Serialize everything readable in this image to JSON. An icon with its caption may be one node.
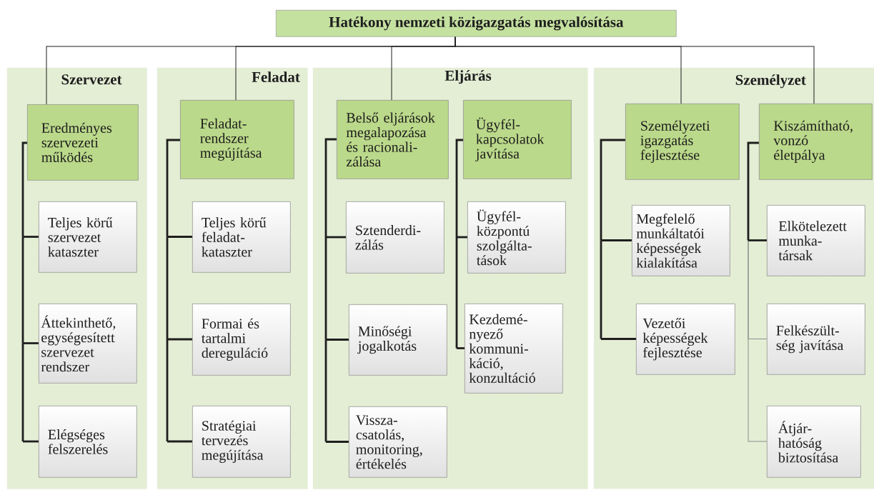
{
  "diagram": {
    "nodes": [
      {
        "text": [
          "Hatékony nemzeti közigazgatás megvalósítása"
        ]
      },
      {
        "text": [
          "Szervezet"
        ]
      },
      {
        "text": [
          "Feladat"
        ]
      },
      {
        "text": [
          "Eljárás"
        ]
      },
      {
        "text": [
          "Személyzet"
        ]
      },
      {
        "text": [
          "Eredményes szervezeti működés"
        ],
        "in": 1
      },
      {
        "text": [
          "Teljes körű szervezet kataszter"
        ],
        "in": 1
      },
      {
        "text": [
          "Áttekinthető, egységesített szervezet rendszer"
        ],
        "in": 1
      },
      {
        "text": [
          "Elégséges felszerelés"
        ],
        "in": 1
      },
      {
        "text": [
          "Feladat- rendszer megújítása"
        ],
        "in": 2
      },
      {
        "text": [
          "Teljes körű feladat- kataszter"
        ],
        "in": 2
      },
      {
        "text": [
          "Formai és tartalmi dereguláció"
        ],
        "in": 2
      },
      {
        "text": [
          "Stratégiai tervezés megújítása"
        ],
        "in": 2
      },
      {
        "text": [
          "Belső eljárások megalapozása és racionali- zálása"
        ],
        "in": 3
      },
      {
        "text": [
          "Ügyfél- kapcsolatok javítása"
        ],
        "in": 3
      },
      {
        "text": [
          "Sztenderdi- zálás"
        ],
        "in": 3
      },
      {
        "text": [
          "Ügyfél- központú szolgálta- tások"
        ],
        "in": 3
      },
      {
        "text": [
          "Minőségi jogalkotás"
        ],
        "in": 3
      },
      {
        "text": [
          "Kezdemé- nyező kommuni- káció, konzultáció"
        ],
        "in": 3
      },
      {
        "text": [
          "Vissza- csatolás, monitoring, értékelés"
        ],
        "in": 3
      },
      {
        "text": [
          "Személyzeti igazgatás fejlesztése"
        ],
        "in": 4
      },
      {
        "text": [
          "Kiszámítható, vonzó életpálya"
        ],
        "in": 4
      },
      {
        "text": [
          "Megfelelő munkáltatói képességek kialakítása"
        ],
        "in": 4
      },
      {
        "text": [
          "Elkötelezett munka- társak"
        ],
        "in": 4
      },
      {
        "text": [
          "Vezetői képességek fejlesztése"
        ],
        "in": 4
      },
      {
        "text": [
          "Felkészült- ség javítása"
        ],
        "in": 4
      },
      {
        "text": [
          "Átjár- hatóság biztosítása"
        ],
        "in": 4
      }
    ],
    "edges": [
      {
        "from": 0,
        "to": 5,
        "arrow": "none"
      },
      {
        "from": 0,
        "to": 9,
        "arrow": "none"
      },
      {
        "from": 0,
        "to": 13,
        "arrow": "none"
      },
      {
        "from": 0,
        "to": 20,
        "arrow": "none"
      },
      {
        "from": 0,
        "to": 21,
        "arrow": "none"
      },
      {
        "from": 5,
        "to": 6,
        "arrow": "none"
      },
      {
        "from": 5,
        "to": 7,
        "arrow": "none"
      },
      {
        "from": 5,
        "to": 8,
        "arrow": "none"
      },
      {
        "from": 9,
        "to": 10,
        "arrow": "none"
      },
      {
        "from": 9,
        "to": 11,
        "arrow": "none"
      },
      {
        "from": 9,
        "to": 12,
        "arrow": "none"
      },
      {
        "from": 13,
        "to": 15,
        "arrow": "none"
      },
      {
        "from": 13,
        "to": 17,
        "arrow": "none"
      },
      {
        "from": 13,
        "to": 19,
        "arrow": "none"
      },
      {
        "from": 14,
        "to": 16,
        "arrow": "none"
      },
      {
        "from": 14,
        "to": 18,
        "arrow": "none"
      },
      {
        "from": 20,
        "to": 22,
        "arrow": "none"
      },
      {
        "from": 20,
        "to": 24,
        "arrow": "none"
      },
      {
        "from": 21,
        "to": 23,
        "arrow": "none"
      },
      {
        "from": 21,
        "to": 25,
        "arrow": "none",
        "color": "#8c8c8c"
      },
      {
        "from": 21,
        "to": 26,
        "arrow": "none",
        "color": "#8c8c8c"
      }
    ]
  }
}
